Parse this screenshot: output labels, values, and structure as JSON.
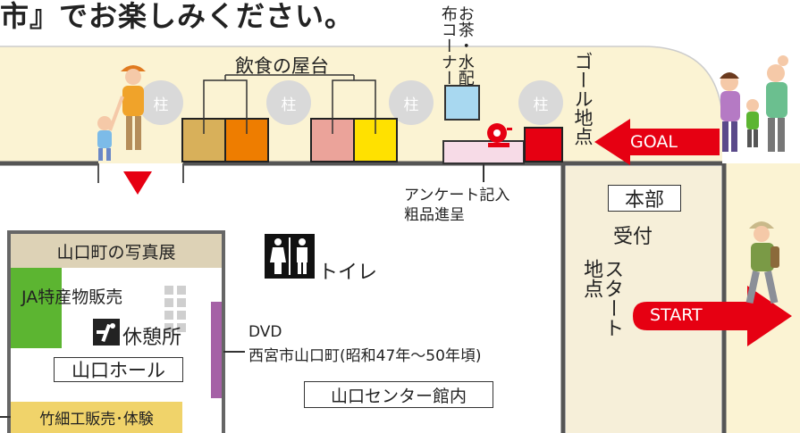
{
  "header": {
    "partial_title": "市』でお楽しみください。"
  },
  "pillar_label": "柱",
  "food_stalls_label": "飲食の屋台",
  "tea_water_label": "お茶・水配布コーナー",
  "goal_point_label": "ゴール地点",
  "goal_arrow_label": "GOAL",
  "survey_label_line1": "アンケート記入",
  "survey_label_line2": "粗品進呈",
  "headquarters_label": "本部",
  "reception_label": "受付",
  "start_point_label": "スタート地点",
  "start_arrow_label": "START",
  "photo_exhibition_label": "山口町の写真展",
  "ja_sales_label": "JA特産物販売",
  "rest_area_label": "休憩所",
  "yamaguchi_hall_label": "山口ホール",
  "bamboo_craft_label": "竹細工販売･体験",
  "toilet_label": "トイレ",
  "dvd_line1": "DVD",
  "dvd_line2": "西宮市山口町(昭和47年〜50年頃)",
  "center_label": "山口センター館内",
  "colors": {
    "stall_1": "#d8b05a",
    "stall_2": "#ee7d00",
    "stall_3": "#eba39a",
    "stall_4": "#ffe100",
    "goal_stand": "#e60012",
    "arrow_red": "#e60012",
    "outdoor_bg": "#fbf3d3",
    "hq_bg": "#f6efd9",
    "photo_band": "#ddd2b6",
    "ja_green": "#5cb531",
    "bamboo_yellow": "#f0d36a",
    "dvd_purple": "#a561a6",
    "tea_blue": "#a8d8f0",
    "survey_pink": "#f7dbe7"
  },
  "icons": [
    "marker-triangle-icon",
    "prize-wheel-icon",
    "toilet-icon",
    "rest-area-icon"
  ]
}
